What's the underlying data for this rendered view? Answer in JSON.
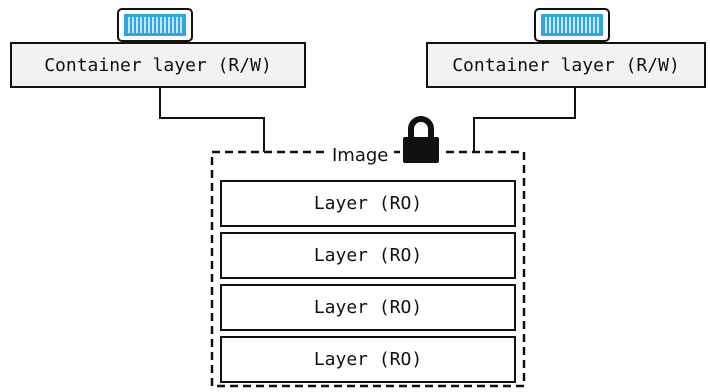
{
  "containers": [
    {
      "label": "Container layer (R/W)",
      "icon": "shipping-container-icon"
    },
    {
      "label": "Container layer (R/W)",
      "icon": "shipping-container-icon"
    }
  ],
  "image": {
    "label": "Image",
    "icon": "lock-icon",
    "layers": [
      {
        "label": "Layer (RO)"
      },
      {
        "label": "Layer (RO)"
      },
      {
        "label": "Layer (RO)"
      },
      {
        "label": "Layer (RO)"
      }
    ]
  },
  "colors": {
    "container_fill": "#f2f2f2",
    "icon_blue": "#2aa7e6",
    "icon_stripe": "#ffffff",
    "line": "#111111"
  }
}
